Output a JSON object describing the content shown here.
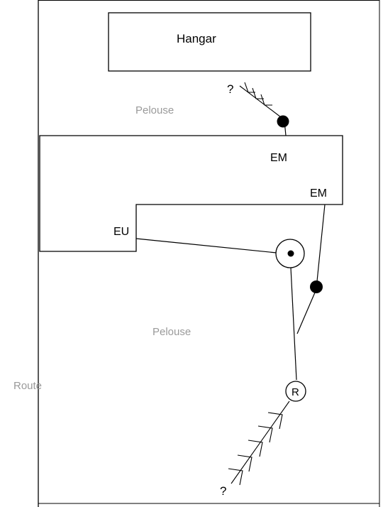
{
  "labels": {
    "hangar": "Hangar",
    "lawn_top": "Pelouse",
    "lawn_middle": "Pelouse",
    "road": "Route",
    "em_top": "EM",
    "em_right": "EM",
    "eu": "EU",
    "r_node": "R",
    "question_top": "?",
    "question_bottom": "?"
  },
  "colors": {
    "line": "#000000",
    "faint_text": "#9a9a9a",
    "background": "#ffffff"
  }
}
